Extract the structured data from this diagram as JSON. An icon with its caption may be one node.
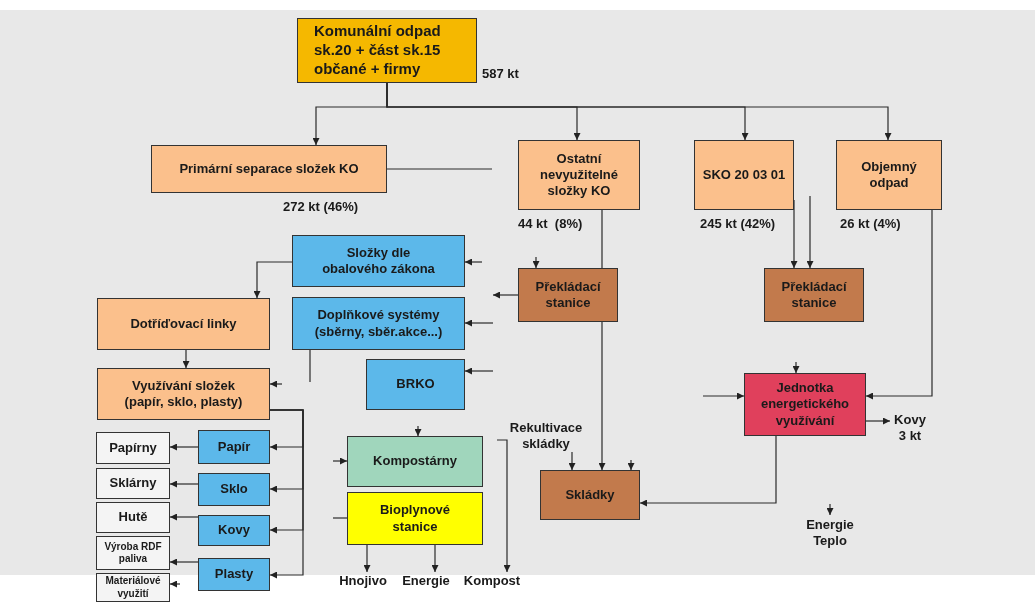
{
  "diagram": {
    "nodes": [
      {
        "text": [
          "Komunální odpad sk.20 + část sk.15 občané + firmy"
        ],
        "beside": [
          "587 kt"
        ]
      },
      {
        "text": [
          "Primární separace složek KO"
        ],
        "beside": [
          "272 kt (46%)"
        ]
      },
      {
        "text": [
          "Ostatní nevyužitelné složky KO"
        ],
        "beside": [
          "44 kt  (8%)"
        ]
      },
      {
        "text": [
          "SKO 20 03 01"
        ],
        "beside": [
          "245 kt (42%)"
        ]
      },
      {
        "text": [
          "Objemný odpad"
        ],
        "beside": [
          "26 kt (4%)"
        ]
      },
      {
        "text": [
          "Složky dle obalového zákona"
        ]
      },
      {
        "text": [
          "Překládací stanice"
        ]
      },
      {
        "text": [
          "Překládací stanice"
        ]
      },
      {
        "text": [
          "Dotříďovací linky"
        ]
      },
      {
        "text": [
          "Doplňkové systémy (sběrny, sběr.akce...)"
        ]
      },
      {
        "text": [
          "BRKO"
        ]
      },
      {
        "text": [
          "Využívání složek (papír, sklo, plasty)"
        ]
      },
      {
        "text": [
          "Jednotka energetického využívání"
        ]
      },
      {
        "text": [
          "Kovy 3 kt"
        ]
      },
      {
        "text": [
          "Papírny"
        ]
      },
      {
        "text": [
          "Papír"
        ]
      },
      {
        "text": [
          "Kompostárny"
        ]
      },
      {
        "text": [
          "Rekultivace skládky"
        ]
      },
      {
        "text": [
          "Sklárny"
        ]
      },
      {
        "text": [
          "Sklo"
        ]
      },
      {
        "text": [
          "Skládky"
        ]
      },
      {
        "text": [
          "Bioplynové stanice"
        ]
      },
      {
        "text": [
          "Hutě"
        ]
      },
      {
        "text": [
          "Kovy"
        ]
      },
      {
        "text": [
          "Energie Teplo"
        ]
      },
      {
        "text": [
          "Výroba RDF paliva"
        ]
      },
      {
        "text": [
          "Plasty"
        ]
      },
      {
        "text": [
          "Hnojivo"
        ]
      },
      {
        "text": [
          "Energie"
        ]
      },
      {
        "text": [
          "Kompost"
        ]
      },
      {
        "text": [
          "Materiálové využití"
        ]
      }
    ],
    "edges": [
      {
        "from": 0,
        "to": 1,
        "arrow": "to"
      },
      {
        "from": 0,
        "to": 2,
        "arrow": "to"
      },
      {
        "from": 0,
        "to": 3,
        "arrow": "to"
      },
      {
        "from": 0,
        "to": 4,
        "arrow": "to"
      },
      {
        "from": 1,
        "to": null,
        "arrow": "none"
      },
      {
        "from": 2,
        "to": 6,
        "arrow": "none"
      },
      {
        "from": null,
        "to": 6,
        "arrow": "to"
      },
      {
        "from": 6,
        "to": null,
        "arrow": "to"
      },
      {
        "from": null,
        "to": 5,
        "arrow": "to"
      },
      {
        "from": null,
        "to": 9,
        "arrow": "to"
      },
      {
        "from": null,
        "to": 10,
        "arrow": "to"
      },
      {
        "from": 3,
        "to": 7,
        "arrow": "to"
      },
      {
        "from": null,
        "to": 7,
        "arrow": "to"
      },
      {
        "from": 4,
        "to": 12,
        "arrow": "to"
      },
      {
        "from": null,
        "to": 12,
        "arrow": "to"
      },
      {
        "from": null,
        "to": 12,
        "arrow": "to"
      },
      {
        "from": 12,
        "to": 13,
        "arrow": "to"
      },
      {
        "from": 12,
        "to": 20,
        "arrow": "to"
      },
      {
        "from": null,
        "to": 24,
        "arrow": "to"
      },
      {
        "from": 5,
        "to": 8,
        "arrow": "to"
      },
      {
        "from": 8,
        "to": 11,
        "arrow": "to"
      },
      {
        "from": 9,
        "to": null,
        "arrow": "none"
      },
      {
        "from": null,
        "to": 11,
        "arrow": "to"
      },
      {
        "from": 11,
        "to": 15,
        "arrow": "to"
      },
      {
        "from": 11,
        "to": 19,
        "arrow": "to"
      },
      {
        "from": 11,
        "to": 23,
        "arrow": "to"
      },
      {
        "from": 11,
        "to": 26,
        "arrow": "to"
      },
      {
        "from": 15,
        "to": 14,
        "arrow": "to"
      },
      {
        "from": 19,
        "to": 18,
        "arrow": "to"
      },
      {
        "from": 23,
        "to": 22,
        "arrow": "to"
      },
      {
        "from": 26,
        "to": 25,
        "arrow": "to"
      },
      {
        "from": null,
        "to": 30,
        "arrow": "to"
      },
      {
        "from": null,
        "to": 16,
        "arrow": "to"
      },
      {
        "from": null,
        "to": 16,
        "arrow": "to"
      },
      {
        "from": null,
        "to": 21,
        "arrow": "none"
      },
      {
        "from": 21,
        "to": 27,
        "arrow": "to"
      },
      {
        "from": 21,
        "to": 28,
        "arrow": "to"
      },
      {
        "from": 17,
        "to": 29,
        "arrow": "to"
      },
      {
        "from": 17,
        "to": 20,
        "arrow": "to"
      },
      {
        "from": null,
        "to": 20,
        "arrow": "to"
      },
      {
        "from": 6,
        "to": 20,
        "arrow": "to"
      }
    ]
  }
}
